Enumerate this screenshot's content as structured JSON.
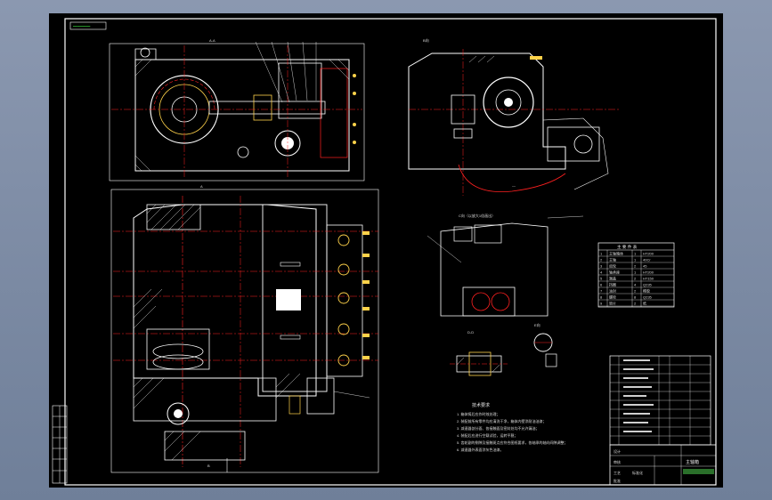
{
  "drawing": {
    "tag_label": "━━━━━━━━",
    "main_view_label": "A-A",
    "side_view_label": "B向",
    "detail_view_label": "C向（以放大1倍画出）",
    "section_d_label": "D-D",
    "section_e_label": "E向",
    "section_a_marker": "A",
    "section_b_marker": "B"
  },
  "tech_requirements": {
    "title": "技术要求",
    "lines": [
      "1. 箱体铸后应作时效处理；",
      "2. 装配前所有零件均应清洗干净，箱体内壁涂耐油油漆；",
      "3. 减速器剖分面、各接触面及密封处均不允许漏油；",
      "4. 装配后应进行空载试验，运转平稳；",
      "5. 齿轮副的侧隙及接触斑点应符合图纸要求，各轴承的轴向间隙调整；",
      "6. 减速器外表面涂灰色油漆。"
    ]
  },
  "parts_table": {
    "title": "主 要 件 表",
    "rows": [
      [
        "1",
        "主轴箱体",
        "1",
        "HT200"
      ],
      [
        "2",
        "主轴",
        "1",
        "40Cr"
      ],
      [
        "3",
        "齿轮",
        "2",
        "45"
      ],
      [
        "4",
        "轴承座",
        "1",
        "HT200"
      ],
      [
        "5",
        "端盖",
        "2",
        "HT150"
      ],
      [
        "6",
        "挡圈",
        "4",
        "Q235"
      ],
      [
        "7",
        "油封",
        "2",
        "橡胶"
      ],
      [
        "8",
        "螺栓",
        "8",
        "Q235"
      ],
      [
        "9",
        "垫片",
        "2",
        "纸"
      ]
    ]
  },
  "title_block": {
    "name": "主轴箱",
    "rows": [
      "设计",
      "审核",
      "工艺",
      "标准化",
      "批准"
    ]
  },
  "colors": {
    "sheet": "#000000",
    "line": "#ffffff",
    "center": "#ff2020",
    "accent": "#ffd24a",
    "green": "#38d13a"
  }
}
